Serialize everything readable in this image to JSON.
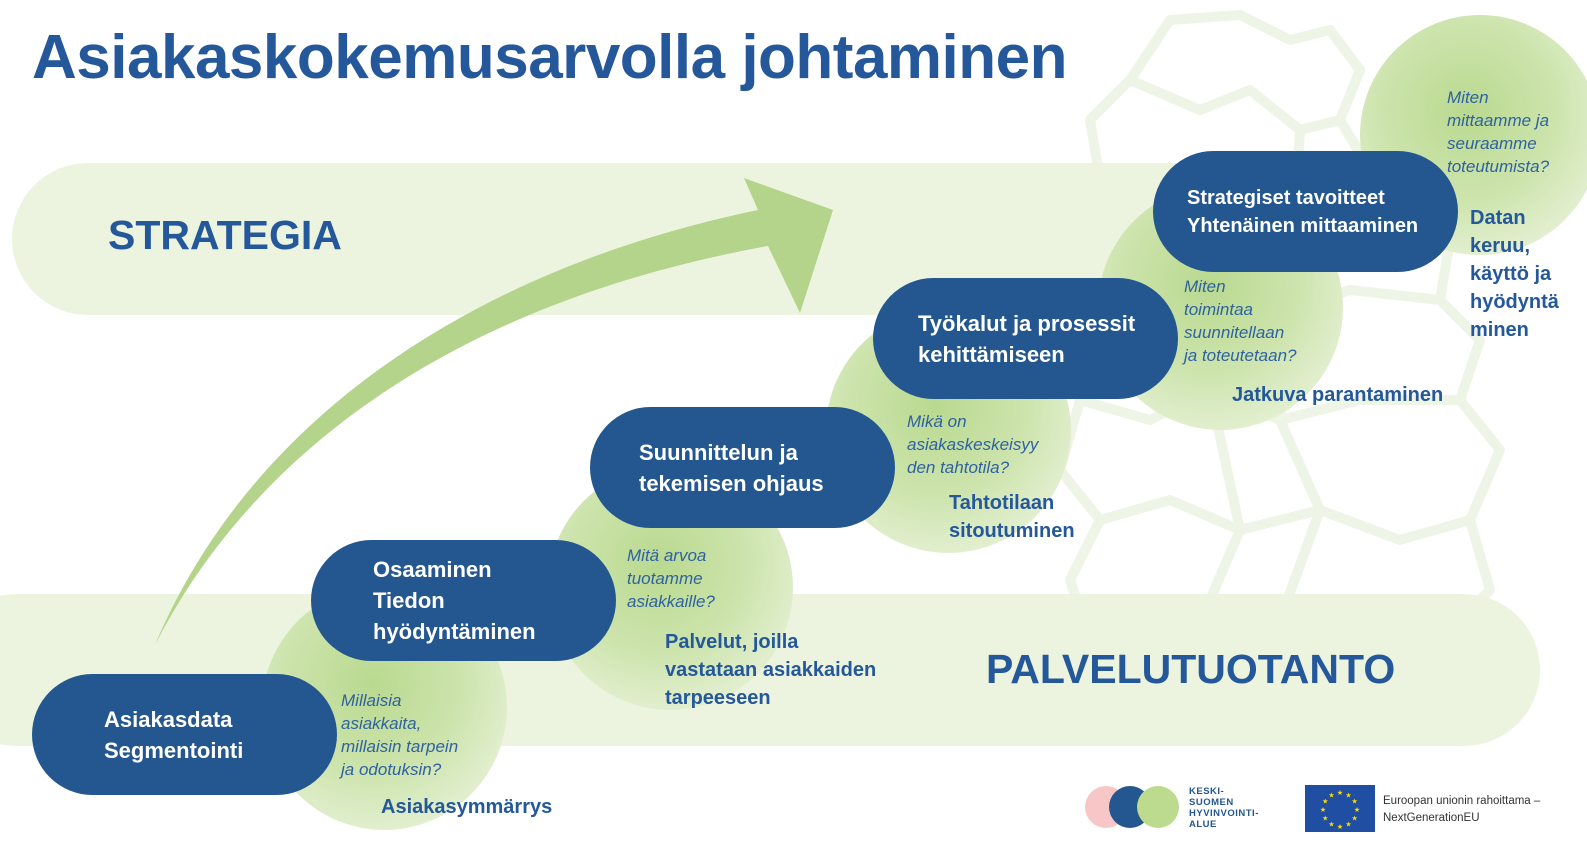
{
  "title": "Asiakaskokemusarvolla johtaminen",
  "bands": {
    "strategia": "STRATEGIA",
    "palvelutuotanto": "PALVELUTUOTANTO"
  },
  "steps": [
    {
      "pill": "Asiakasdata\nSegmentointi",
      "question": "Millaisia\nasiakkaita,\nmillaisin tarpein\nja odotuksin?",
      "keyword": "Asiakasymmärrys"
    },
    {
      "pill": "Osaaminen\nTiedon\nhyödyntäminen",
      "question": "Mitä arvoa\ntuotamme\nasiakkaille?",
      "keyword": "Palvelut, joilla\nvastataan asiakkaiden\ntarpeeseen"
    },
    {
      "pill": "Suunnittelun ja\ntekemisen ohjaus",
      "question": "Mikä on\nasiakaskeskeisyy\nden tahtotila?",
      "keyword": "Tahtotilaan\nsitoutuminen"
    },
    {
      "pill": "Työkalut ja prosessit\nkehittämiseen",
      "question": "Miten\ntoimintaa\nsuunnitellaan\nja toteutetaan?",
      "keyword": "Jatkuva parantaminen"
    },
    {
      "pill": "Strategiset tavoitteet\nYhtenäinen mittaaminen",
      "question": "Miten\nmittaamme ja\nseuraamme\ntoteutumista?",
      "keyword": "Datan\nkeruu,\nkäyttö ja\nhyödyntä\nminen"
    }
  ],
  "logos": {
    "organization": "KESKI-\nSUOMEN\nHYVINVOINTI-\nALUE",
    "eu_funding": "Euroopan unionin rahoittama –\nNextGenerationEU"
  },
  "colors": {
    "pill": "#24578f",
    "title": "#24589a",
    "band": "#ecf4df",
    "arrow": "#b3d48a",
    "circle": "#c7e0a3",
    "logo_pink": "#f7c6c7",
    "logo_green": "#bcdb8f",
    "eu_blue": "#1f4ea3",
    "eu_star": "#ffdd00"
  },
  "icons": {
    "arrow": "curved-arrow-up-right",
    "map": "region-map-outline",
    "eu": "eu-flag-icon"
  }
}
